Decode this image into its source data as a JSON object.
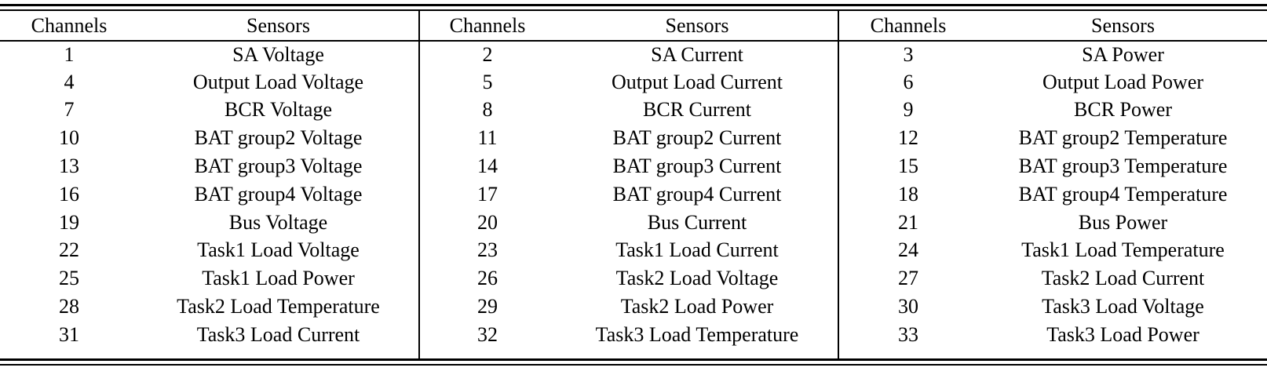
{
  "table": {
    "columns": [
      "Channels",
      "Sensors"
    ],
    "panels": [
      {
        "header": {
          "channels": "Channels",
          "sensors": "Sensors"
        },
        "rows": [
          {
            "channel": "1",
            "sensor": "SA Voltage"
          },
          {
            "channel": "4",
            "sensor": "Output Load Voltage"
          },
          {
            "channel": "7",
            "sensor": "BCR Voltage"
          },
          {
            "channel": "10",
            "sensor": "BAT group2 Voltage"
          },
          {
            "channel": "13",
            "sensor": "BAT group3 Voltage"
          },
          {
            "channel": "16",
            "sensor": "BAT group4 Voltage"
          },
          {
            "channel": "19",
            "sensor": "Bus Voltage"
          },
          {
            "channel": "22",
            "sensor": "Task1 Load Voltage"
          },
          {
            "channel": "25",
            "sensor": "Task1 Load Power"
          },
          {
            "channel": "28",
            "sensor": "Task2 Load Temperature"
          },
          {
            "channel": "31",
            "sensor": "Task3 Load Current"
          }
        ]
      },
      {
        "header": {
          "channels": "Channels",
          "sensors": "Sensors"
        },
        "rows": [
          {
            "channel": "2",
            "sensor": "SA Current"
          },
          {
            "channel": "5",
            "sensor": "Output Load Current"
          },
          {
            "channel": "8",
            "sensor": "BCR Current"
          },
          {
            "channel": "11",
            "sensor": "BAT group2 Current"
          },
          {
            "channel": "14",
            "sensor": "BAT group3 Current"
          },
          {
            "channel": "17",
            "sensor": "BAT group4 Current"
          },
          {
            "channel": "20",
            "sensor": "Bus Current"
          },
          {
            "channel": "23",
            "sensor": "Task1 Load Current"
          },
          {
            "channel": "26",
            "sensor": "Task2 Load Voltage"
          },
          {
            "channel": "29",
            "sensor": "Task2 Load Power"
          },
          {
            "channel": "32",
            "sensor": "Task3 Load Temperature"
          }
        ]
      },
      {
        "header": {
          "channels": "Channels",
          "sensors": "Sensors"
        },
        "rows": [
          {
            "channel": "3",
            "sensor": "SA Power"
          },
          {
            "channel": "6",
            "sensor": "Output Load Power"
          },
          {
            "channel": "9",
            "sensor": "BCR Power"
          },
          {
            "channel": "12",
            "sensor": "BAT group2 Temperature"
          },
          {
            "channel": "15",
            "sensor": "BAT group3 Temperature"
          },
          {
            "channel": "18",
            "sensor": "BAT group4 Temperature"
          },
          {
            "channel": "21",
            "sensor": "Bus Power"
          },
          {
            "channel": "24",
            "sensor": "Task1 Load Temperature"
          },
          {
            "channel": "27",
            "sensor": "Task2 Load Current"
          },
          {
            "channel": "30",
            "sensor": "Task3 Load Voltage"
          },
          {
            "channel": "33",
            "sensor": "Task3 Load Power"
          }
        ]
      }
    ]
  }
}
